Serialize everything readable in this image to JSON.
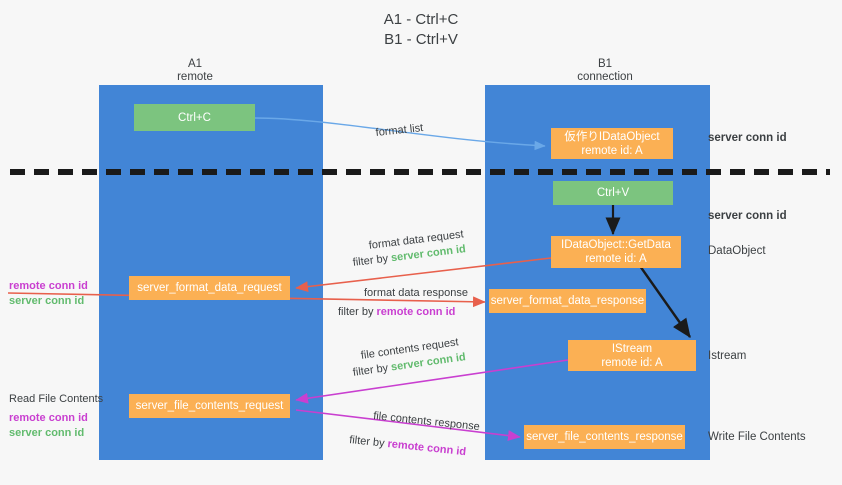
{
  "title": {
    "line1": "A1 - Ctrl+C",
    "line2": "B1 - Ctrl+V"
  },
  "lanes": [
    {
      "id": "a1",
      "name": "A1",
      "sub": "remote"
    },
    {
      "id": "b1",
      "name": "B1",
      "sub": "connection"
    }
  ],
  "nodes": {
    "ctrl_c": {
      "line1": "Ctrl+C",
      "line2": ""
    },
    "ctrl_v": {
      "line1": "Ctrl+V",
      "line2": ""
    },
    "idataobject": {
      "line1": "仮作りIDataObject",
      "line2": "remote id: A"
    },
    "getdata": {
      "line1": "IDataObject::GetData",
      "line2": "remote id: A"
    },
    "istream": {
      "line1": "IStream",
      "line2": "remote id: A"
    },
    "fmt_req": {
      "line1": "server_format_data_request",
      "line2": ""
    },
    "fmt_resp": {
      "line1": "server_format_data_response",
      "line2": ""
    },
    "file_req": {
      "line1": "server_file_contents_request",
      "line2": ""
    },
    "file_resp": {
      "line1": "server_file_contents_response",
      "line2": ""
    }
  },
  "edge_labels": {
    "format_list": "format list",
    "format_data_request": "format data request",
    "format_data_request_filter_pre": "filter by ",
    "format_data_request_filter_key": "server conn id",
    "format_data_response": "format data response",
    "format_data_response_filter_pre": "filter by ",
    "format_data_response_filter_key": "remote conn id",
    "file_contents_request": "file contents request",
    "file_contents_request_filter_pre": "filter by ",
    "file_contents_request_filter_key": "server conn id",
    "file_contents_response": "file contents response",
    "file_contents_response_filter_pre": "filter by ",
    "file_contents_response_filter_key": "remote conn id"
  },
  "left_annotations": {
    "conn_pair_1_remote": "remote conn id",
    "conn_pair_1_server": "server conn id",
    "read_file_contents": "Read File Contents",
    "conn_pair_2_remote": "remote conn id",
    "conn_pair_2_server": "server conn id"
  },
  "right_annotations": {
    "server_conn_id_top": "server conn id",
    "server_conn_id_mid": "server conn id",
    "dataobject": "DataObject",
    "istream": "Istream",
    "write_file_contents": "Write File Contents"
  },
  "colors": {
    "lane": "#4285d6",
    "orange": "#fbb054",
    "green": "#7cc47f",
    "green_text": "#62bb6e",
    "magenta_text": "#c93fd0",
    "divider": "#1a1a1a"
  }
}
